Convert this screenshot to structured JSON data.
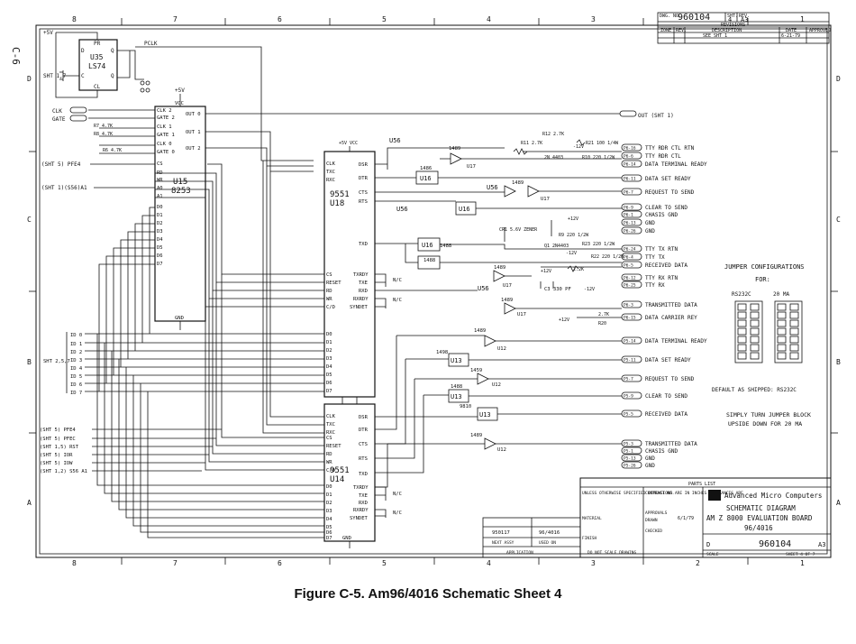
{
  "caption": "Figure C-5. Am96/4016 Schematic Sheet 4",
  "sheet_side_label": "C-6",
  "zone_columns": [
    "8",
    "7",
    "6",
    "5",
    "4",
    "3",
    "2",
    "1"
  ],
  "zone_rows": [
    "D",
    "C",
    "B",
    "A"
  ],
  "revision_block": {
    "dwg_no_label": "DWG. NO.",
    "dwg_no": "960104",
    "sheet_label": "SHT.",
    "sheet": "4",
    "rev_label": "REV.",
    "rev": "A3",
    "revisions_title": "REVISIONS",
    "columns": [
      "ZONE",
      "REV.",
      "DESCRIPTION",
      "DATE",
      "APPROVED"
    ],
    "entry_description": "SEE SHT 1",
    "entry_date": "6-21-79"
  },
  "power": {
    "vcc_top": "+5V",
    "vcc_u15": "+5V"
  },
  "chips": {
    "u35": {
      "ref": "U35",
      "part": "LS74",
      "pins": [
        "PR",
        "D",
        "C",
        "Q",
        "Q",
        "CL"
      ]
    },
    "u15": {
      "ref": "U15",
      "part": "8253",
      "vcc": "VCC",
      "gnd": "GND",
      "left_pins": [
        "CLK 2",
        "GATE 2",
        "CLK 1",
        "GATE 1",
        "CLK 0",
        "GATE 0",
        "CS",
        "RD",
        "WR",
        "A0",
        "A1",
        "D0",
        "D1",
        "D2",
        "D3",
        "D4",
        "D5",
        "D6",
        "D7"
      ],
      "right_pins": [
        "OUT 0",
        "OUT 1",
        "OUT 2"
      ]
    },
    "u18": {
      "ref": "U18",
      "part": "9551",
      "vcc": "+5V VCC",
      "left_pins": [
        "CLK",
        "TXC",
        "RXC",
        "CS",
        "RESET",
        "RD",
        "WR",
        "C/D",
        "D0",
        "D1",
        "D2",
        "D3",
        "D4",
        "D5",
        "D6",
        "D7"
      ],
      "right_pins": [
        "DSR",
        "DTR",
        "CTS",
        "RTS",
        "TXD",
        "TXRDY",
        "TXE",
        "RXD",
        "RXRDY",
        "SYNDET"
      ]
    },
    "u14": {
      "ref": "U14",
      "part": "9551",
      "gnd": "GND",
      "left_pins": [
        "CLK",
        "TXC",
        "RXC",
        "CS",
        "RESET",
        "RD",
        "WR",
        "C/D",
        "D0",
        "D1",
        "D2",
        "D3",
        "D4",
        "D5",
        "D6",
        "D7"
      ],
      "right_pins": [
        "DSR",
        "DTR",
        "CTS",
        "RTS",
        "TXD",
        "TXRDY",
        "TXE",
        "RXD",
        "RXRDY",
        "SYNDET"
      ]
    }
  },
  "left_signals_top": [
    "CLK",
    "GATE"
  ],
  "left_signals_mid": [
    "(SHT 5) PFE4 ",
    "(SHT 1)(S56)A1"
  ],
  "data_bus_label": "SHT 2,5,7",
  "data_bus": [
    "ID 0",
    "ID 1",
    "ID 2",
    "ID 3",
    "ID 4",
    "ID 5",
    "ID 6",
    "ID 7"
  ],
  "left_signals_bottom": [
    "(SHT 5) PFE4 ",
    "(SHT 5) PFEC ",
    "(SHT 1,5) RST",
    "(SHT 5) IOR ",
    "(SHT 5) IOW ",
    "(SHT 1,2) S56 A1"
  ],
  "top_signals": {
    "pclk": "PCLK",
    "out_sht": "OUT (SHT 1)"
  },
  "resistors": {
    "r_u15": [
      "R7 4.7K",
      "R8 4.7K",
      "R6 4.7K"
    ],
    "r11": "R11 2.7K",
    "r12": "R12 2.7K",
    "r21": "R21 100 1/4W",
    "r10": "R10 220 1/2W",
    "r23": "R23 220 1/2W",
    "r22": "R22 220 1/2W",
    "r9": "R9 220 1/2W",
    "r_22K": "2.2K",
    "r_27k": "2.7K",
    "r20": "R20"
  },
  "misc_parts": {
    "cr1": "CR1 5.6V ZENER",
    "q1": "2N 4403",
    "q2": "Q1 2N4403",
    "c3": "C3 330 PF",
    "nc": "N/C",
    "p12": "+12V",
    "m12": "-12V"
  },
  "gate_labels": [
    "U56",
    "U56",
    "U56",
    "U16",
    "U16",
    "U16",
    "U17",
    "U17",
    "U17",
    "U17",
    "U56",
    "U12",
    "U13",
    "U12",
    "U13",
    "U13",
    "U12",
    "1489",
    "1488",
    "1489",
    "1488"
  ],
  "connector_labels_top": [
    {
      "pin": "P6-16",
      "text": "TTY RDR CTL RTN"
    },
    {
      "pin": "P6-6",
      "text": "TTY RDR CTL"
    },
    {
      "pin": "P6-14",
      "text": "DATA TERMINAL READY"
    },
    {
      "pin": "P6-11",
      "text": "DATA SET READY"
    },
    {
      "pin": "P6-7",
      "text": "REQUEST TO SEND"
    },
    {
      "pin": "P6-9",
      "text": "CLEAR TO SEND"
    },
    {
      "pin": "P6-1",
      "text": "CHASIS GND"
    },
    {
      "pin": "P6-13",
      "text": "GND"
    },
    {
      "pin": "P6-26",
      "text": "GND"
    },
    {
      "pin": "P6-24",
      "text": "TTY TX RTN"
    },
    {
      "pin": "P6-4",
      "text": "TTY TX"
    },
    {
      "pin": "P6-5",
      "text": "RECEIVED DATA"
    },
    {
      "pin": "P6-12",
      "text": "TTY RX RTN"
    },
    {
      "pin": "P6-25",
      "text": "TTY RX"
    },
    {
      "pin": "P6-3",
      "text": "TRANSMITTED DATA"
    },
    {
      "pin": "P6-15",
      "text": "DATA CARRIER REY"
    }
  ],
  "connector_labels_bottom": [
    {
      "pin": "P5-14",
      "text": "DATA TERMINAL READY"
    },
    {
      "pin": "P5-11",
      "text": "DATA SET READY"
    },
    {
      "pin": "P5-7",
      "text": "REQUEST TO SEND"
    },
    {
      "pin": "P5-9",
      "text": "CLEAR TO SEND"
    },
    {
      "pin": "P5-5",
      "text": "RECEIVED DATA"
    },
    {
      "pin": "P5-3",
      "text": "TRANSMITTED DATA"
    },
    {
      "pin": "P5-1",
      "text": "CHASIS GND"
    },
    {
      "pin": "P5-13",
      "text": "GND"
    },
    {
      "pin": "P5-26",
      "text": "GND"
    }
  ],
  "jumper": {
    "title": "JUMPER CONFIGURATIONS",
    "for": "FOR:",
    "col1": "RS232C",
    "col2": "20 MA",
    "default_note": "DEFAULT AS SHIPPED: RS232C",
    "flip_note_1": "SIMPLY TURN JUMPER BLOCK",
    "flip_note_2": "UPSIDE DOWN FOR 20 MA"
  },
  "title_block": {
    "company": "Advanced Micro Computers",
    "title_1": "SCHEMATIC DIAGRAM",
    "title_2": "AM Z 8000 EVALUATION BOARD",
    "title_3": "96/4016",
    "size": "D",
    "dwg_no": "960104",
    "rev": "A3",
    "sheet": "SHEET 4 OF 7",
    "scale": "SCALE",
    "parts_list": "PARTS LIST",
    "next_assy": "NEXT ASSY",
    "used_on": "USED ON",
    "application": "APPLICATION",
    "do_not_scale": "DO NOT SCALE DRAWING",
    "assy_1": "950117",
    "assy_2": "96/4016",
    "contract_no": "CONTRACT NO.",
    "approvals": "APPROVALS",
    "drawn": "DRAWN",
    "checked": "CHECKED",
    "material": "MATERIAL",
    "finish": "FINISH",
    "tolerances": "UNLESS OTHERWISE SPECIFIED DIMENSIONS ARE IN INCHES TOLERANCES ARE",
    "date": "6/1/79"
  }
}
